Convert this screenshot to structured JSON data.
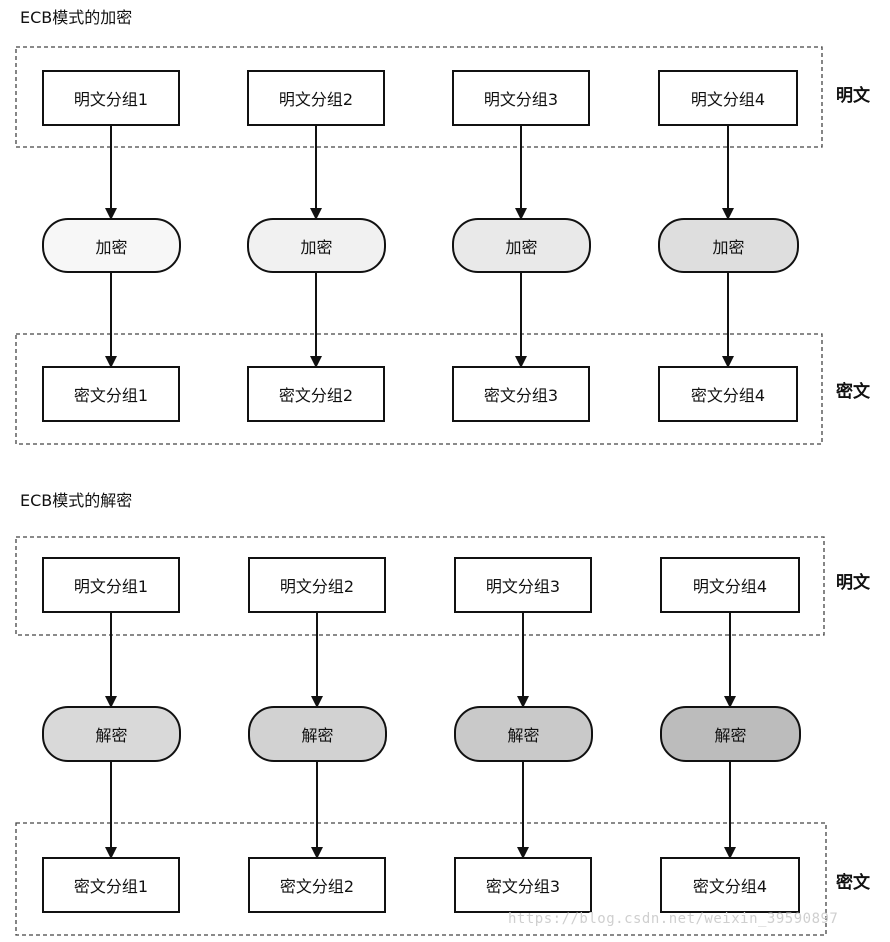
{
  "sections": [
    {
      "title": "ECB模式的加密",
      "top_label": "明文",
      "bottom_label": "密文",
      "inputs": [
        "明文分组1",
        "明文分组2",
        "明文分组3",
        "明文分组4"
      ],
      "ops": [
        "加密",
        "加密",
        "加密",
        "加密"
      ],
      "op_colors": [
        "#f7f7f7",
        "#f1f1f1",
        "#e9e9e9",
        "#dedede"
      ],
      "outputs": [
        "密文分组1",
        "密文分组2",
        "密文分组3",
        "密文分组4"
      ]
    },
    {
      "title": "ECB模式的解密",
      "top_label": "明文",
      "bottom_label": "密文",
      "inputs": [
        "明文分组1",
        "明文分组2",
        "明文分组3",
        "明文分组4"
      ],
      "ops": [
        "解密",
        "解密",
        "解密",
        "解密"
      ],
      "op_colors": [
        "#d9d9d9",
        "#d2d2d2",
        "#c9c9c9",
        "#bcbcbc"
      ],
      "outputs": [
        "密文分组1",
        "密文分组2",
        "密文分组3",
        "密文分组4"
      ]
    }
  ],
  "watermark": "https://blog.csdn.net/weixin_39590897"
}
